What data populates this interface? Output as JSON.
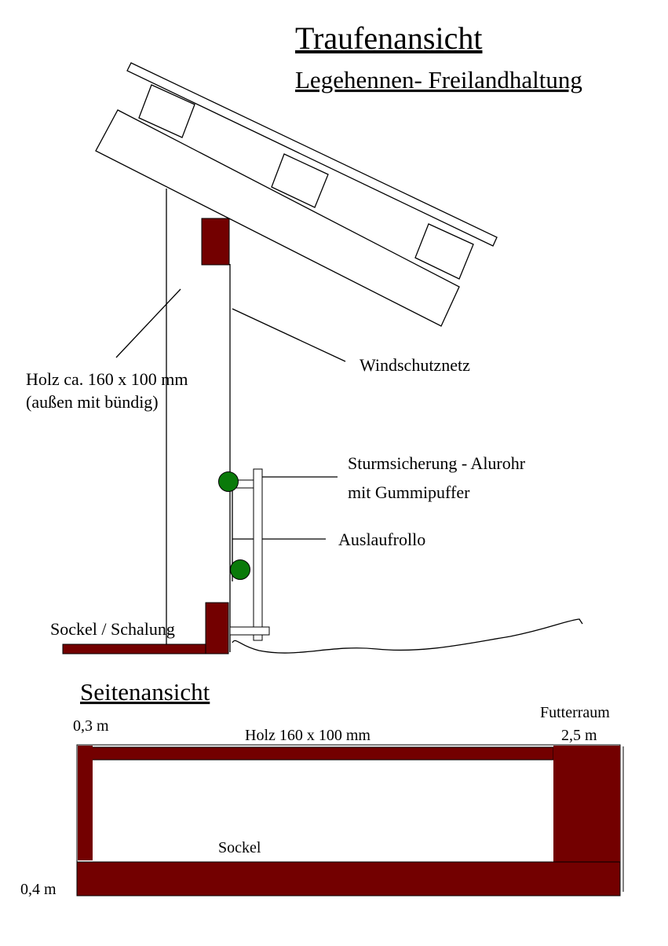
{
  "title": "Traufenansicht",
  "subtitle": "Legehennen- Freilandhaltung",
  "labels": {
    "wood_line1": "Holz  ca. 160 x 100 mm",
    "wood_line2": "(außen mit bündig)",
    "windnet": "Windschutznetz",
    "storm_line1": "Sturmsicherung - Alurohr",
    "storm_line2": "mit Gummipuffer",
    "roller": "Auslaufrollo",
    "base": "Sockel  / Schalung"
  },
  "side_view": {
    "title": "Seitenansicht",
    "left_dim": "0,3 m",
    "beam": "Holz 160 x 100 mm",
    "feed_room": "Futterraum",
    "feed_dim": "2,5 m",
    "base": "Sockel",
    "base_dim": "0,4 m"
  },
  "colors": {
    "wood": "#730000",
    "buffer": "#0a7a0a"
  }
}
